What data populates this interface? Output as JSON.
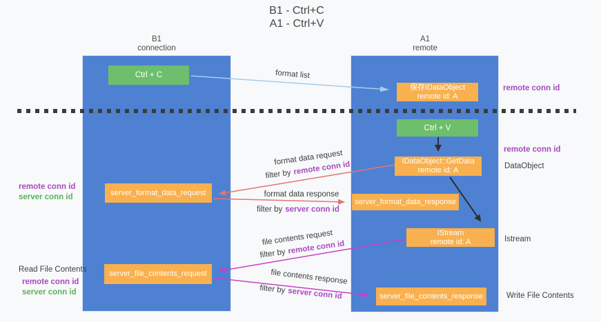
{
  "title": {
    "line1": "B1 - Ctrl+C",
    "line2": "A1 - Ctrl+V"
  },
  "lanes": {
    "b1": {
      "name": "B1",
      "subtitle": "connection"
    },
    "a1": {
      "name": "A1",
      "subtitle": "remote"
    }
  },
  "nodes": {
    "ctrl_c": {
      "label": "Ctrl + C"
    },
    "save_idataobject": {
      "line1": "保存IDataObject",
      "line2": "remote id: A"
    },
    "ctrl_v": {
      "label": "Ctrl + V"
    },
    "idataobject_getdata": {
      "line1": "IDataObject::GetData",
      "line2": "remote id: A"
    },
    "server_format_data_request": {
      "label": "server_format_data_request"
    },
    "server_format_data_response": {
      "label": "server_format_data_response"
    },
    "istream": {
      "line1": "IStream",
      "line2": "remote id: A"
    },
    "server_file_contents_request": {
      "label": "server_file_contents_request"
    },
    "server_file_contents_response": {
      "label": "server_file_contents_response"
    }
  },
  "flow_labels": {
    "format_list": "format list",
    "format_data_request": "format data request",
    "format_data_response": "format data response",
    "file_contents_request": "file contents request",
    "file_contents_response": "file contents response",
    "filter_by": "filter by"
  },
  "terms": {
    "remote_conn_id": "remote conn id",
    "server_conn_id": "server conn id"
  },
  "side_labels": {
    "dataobject": "DataObject",
    "istream": "Istream",
    "read_file_contents": "Read File Contents",
    "write_file_contents": "Write File Contents"
  },
  "colors": {
    "lane_blue": "#4e81d2",
    "action_green": "#6dbe6d",
    "message_orange": "#f9b04e",
    "remote_conn_purple": "#a84abe",
    "server_conn_green": "#58b35c",
    "format_arrow_red": "#e57373",
    "file_arrow_magenta": "#c93fc9",
    "format_list_blue": "#a3cdf1",
    "separator_dark": "#3b3b3b",
    "background": "#f8f9fa"
  }
}
